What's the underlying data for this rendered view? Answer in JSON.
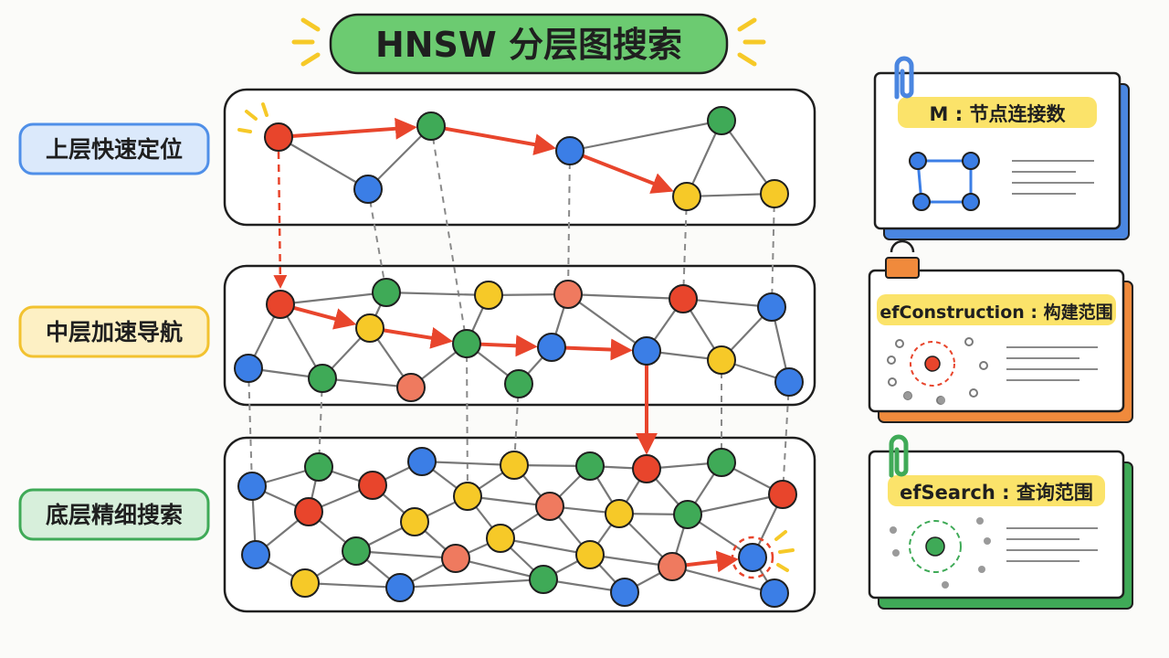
{
  "title": "HNSW 分层图搜索",
  "layers": [
    {
      "label": "上层快速定位",
      "fill": "#4f8fe8",
      "bg": "#dbe9fb"
    },
    {
      "label": "中层加速导航",
      "fill": "#f2c230",
      "bg": "#fdf0c4"
    },
    {
      "label": "底层精细搜索",
      "fill": "#3faa57",
      "bg": "#d7efdb"
    }
  ],
  "params": [
    {
      "label": "M : 节点连接数",
      "accent": "#4a86e0",
      "highlight": "#fbe36a",
      "fastener": "paperclip-blue"
    },
    {
      "label": "efConstruction : 构建范围",
      "accent": "#f08a3c",
      "highlight": "#fbe36a",
      "fastener": "binder-clip-orange"
    },
    {
      "label": "efSearch : 查询范围",
      "accent": "#3faa57",
      "highlight": "#fbe36a",
      "fastener": "paperclip-green"
    }
  ],
  "colors": {
    "red": "#e8452c",
    "green": "#3faa57",
    "blue": "#3b7ee6",
    "yellow": "#f6c928",
    "salmon": "#ef7a5f",
    "path": "#e8452c",
    "edge": "#777777",
    "ink": "#1f1f1f"
  }
}
